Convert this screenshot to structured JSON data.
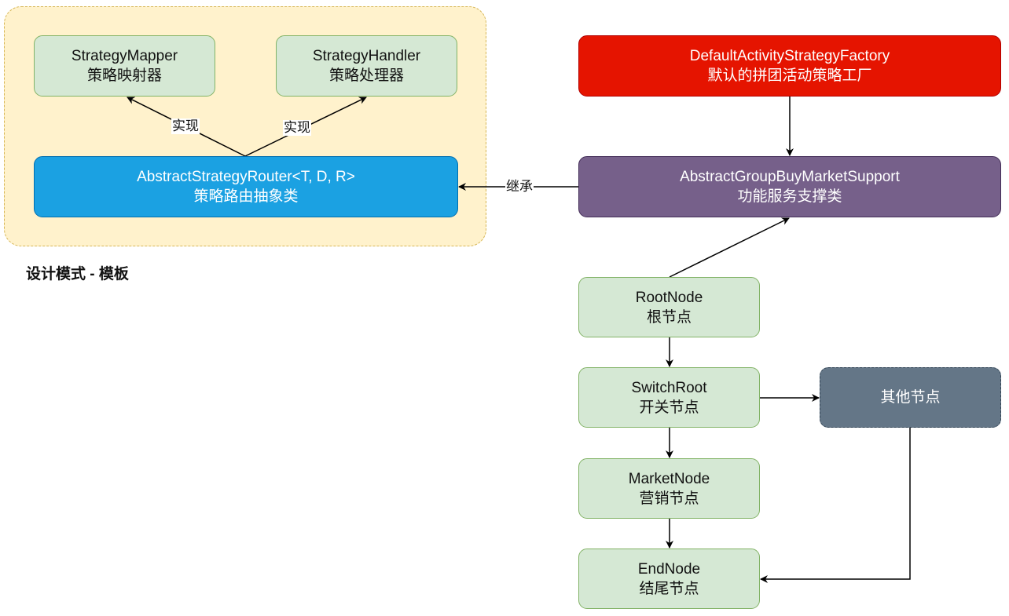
{
  "template_group": {
    "caption": "设计模式 - 模板",
    "strategy_mapper": {
      "title": "StrategyMapper",
      "subtitle": "策略映射器"
    },
    "strategy_handler": {
      "title": "StrategyHandler",
      "subtitle": "策略处理器"
    },
    "abstract_router": {
      "title": "AbstractStrategyRouter<T, D, R>",
      "subtitle": "策略路由抽象类"
    },
    "implements_label_left": "实现",
    "implements_label_right": "实现"
  },
  "factory": {
    "title": "DefaultActivityStrategyFactory",
    "subtitle": "默认的拼团活动策略工厂"
  },
  "support": {
    "title": "AbstractGroupBuyMarketSupport",
    "subtitle": "功能服务支撑类"
  },
  "inherit_label": "继承",
  "nodes": {
    "root": {
      "title": "RootNode",
      "subtitle": "根节点"
    },
    "switch": {
      "title": "SwitchRoot",
      "subtitle": "开关节点"
    },
    "market": {
      "title": "MarketNode",
      "subtitle": "营销节点"
    },
    "end": {
      "title": "EndNode",
      "subtitle": "结尾节点"
    },
    "other": {
      "title": "其他节点"
    }
  },
  "colors": {
    "green_fill": "#d5e8d4",
    "green_stroke": "#82b366",
    "blue_fill": "#1ba1e2",
    "red_fill": "#e51400",
    "purple_fill": "#76608a",
    "slate_fill": "#647687",
    "container_fill": "#fff2cc",
    "container_stroke": "#d6b656"
  }
}
